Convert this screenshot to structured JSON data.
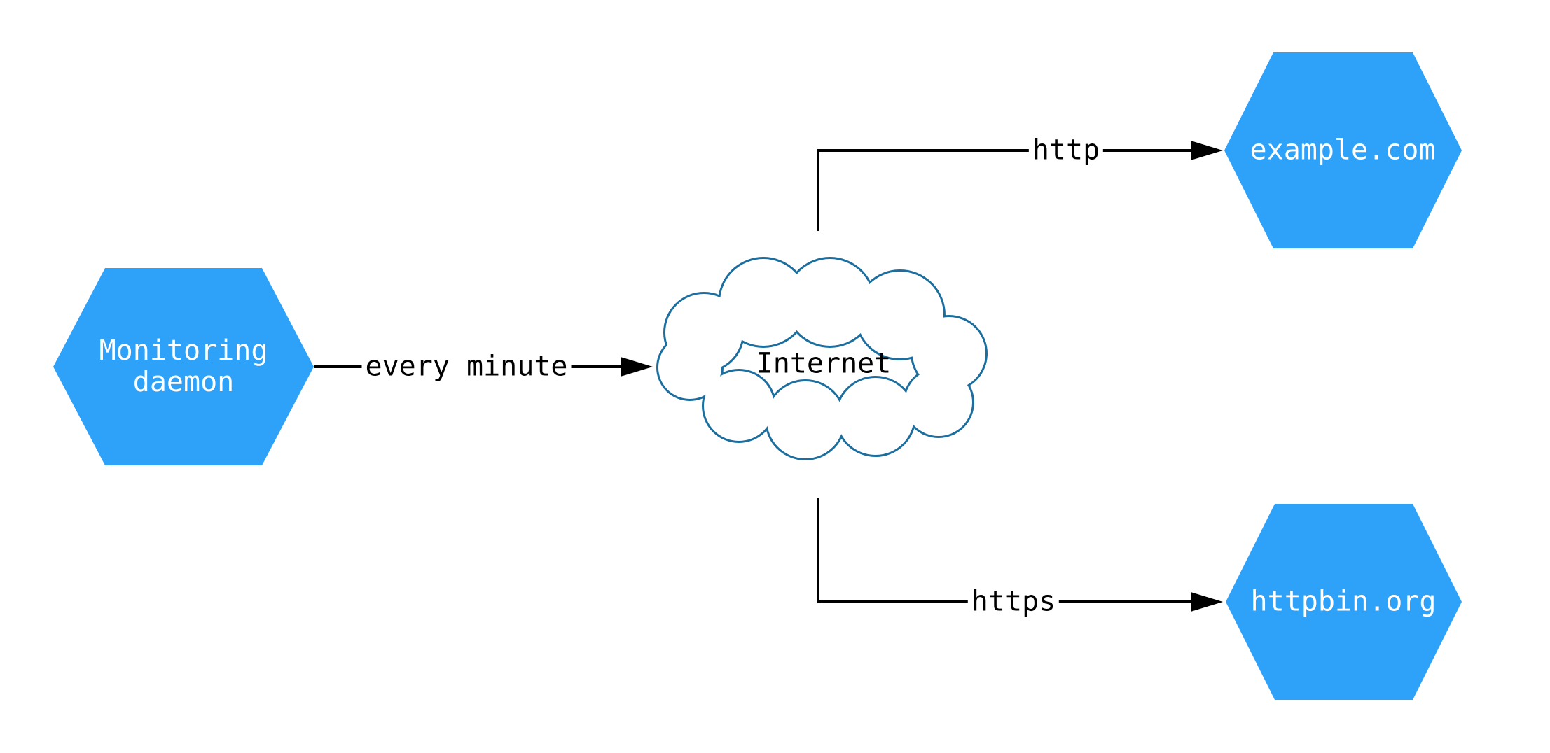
{
  "diagram": {
    "title": "monitoring daemon network diagram",
    "nodes": {
      "monitoring_daemon": {
        "label": "Monitoring\ndaemon",
        "shape": "hexagon"
      },
      "internet": {
        "label": "Internet",
        "shape": "cloud"
      },
      "example_com": {
        "label": "example.com",
        "shape": "hexagon"
      },
      "httpbin_org": {
        "label": "httpbin.org",
        "shape": "hexagon"
      }
    },
    "edges": {
      "daemon_to_internet": {
        "label": "every minute",
        "from": "monitoring_daemon",
        "to": "internet"
      },
      "internet_to_example": {
        "label": "http",
        "from": "internet",
        "to": "example_com"
      },
      "internet_to_httpbin": {
        "label": "https",
        "from": "internet",
        "to": "httpbin_org"
      }
    }
  },
  "colors": {
    "node_fill": "#2ea1f8",
    "node_text": "#ffffff",
    "cloud_stroke": "#1b6e9e",
    "edge_color": "#000000",
    "background": "#ffffff"
  }
}
